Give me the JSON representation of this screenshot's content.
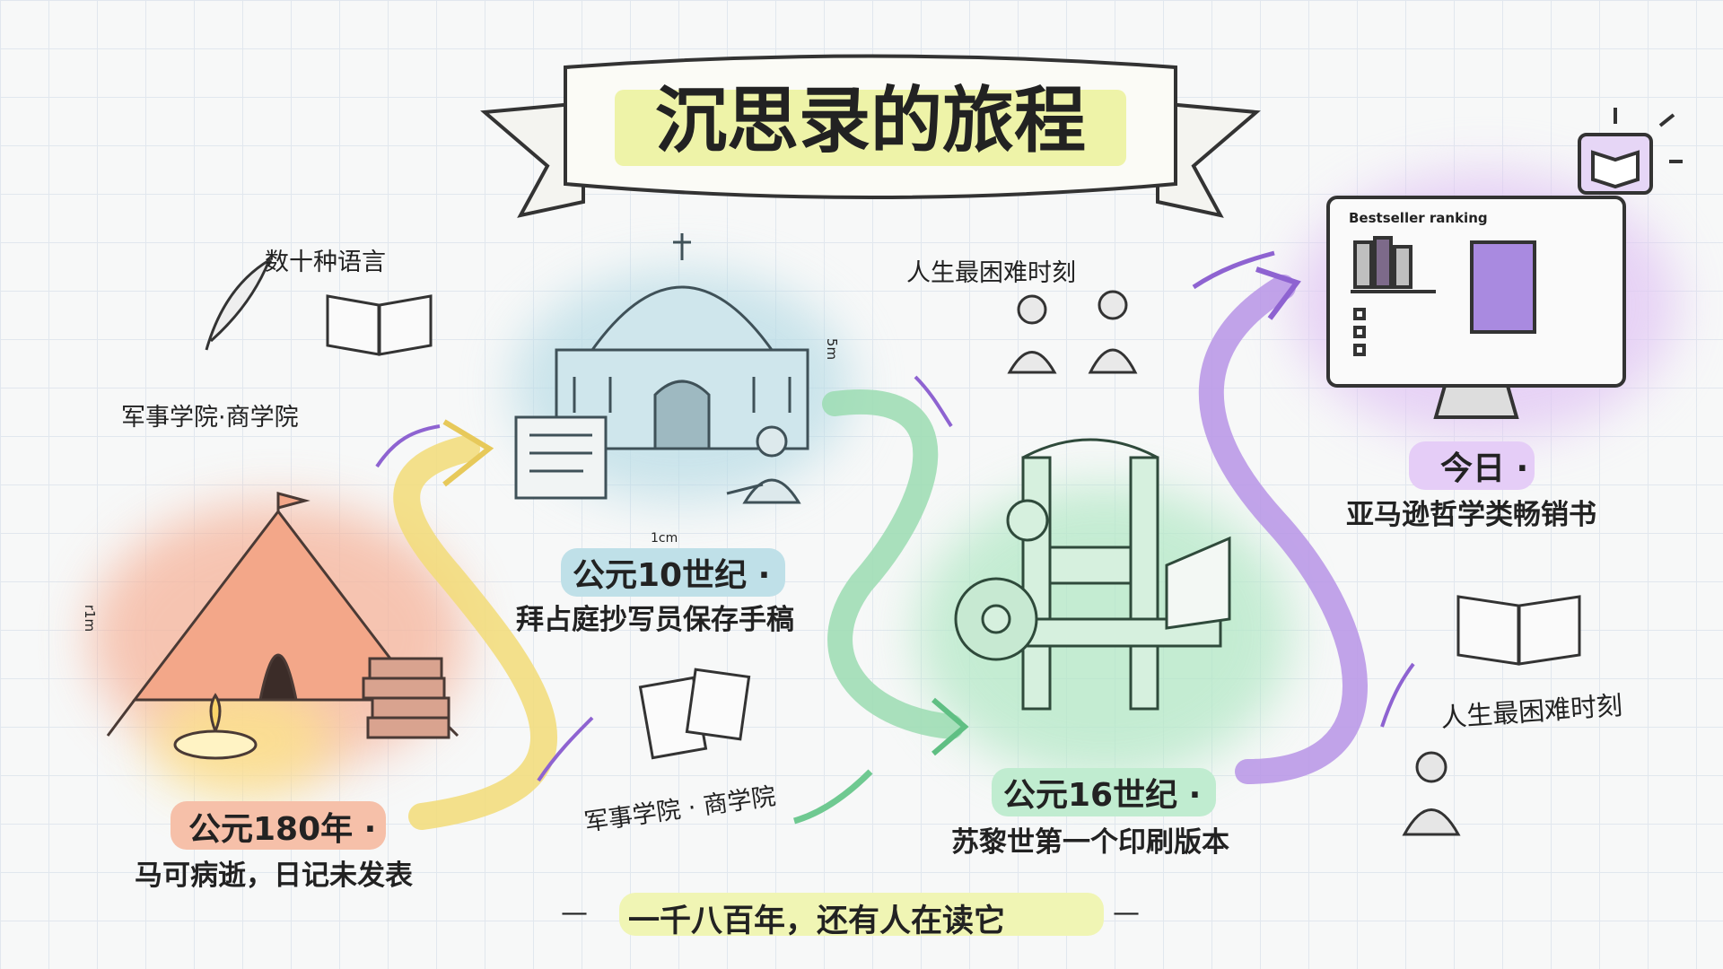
{
  "title": "沉思录的旅程",
  "footer": "一千八百年，还有人在读它",
  "colors": {
    "title_highlight": "#eef3a8",
    "stage1": "#f4a58b",
    "stage2": "#a9d3de",
    "stage3": "#a9e3bd",
    "stage4": "#d6b4f0",
    "arrow_yellow": "#f2dc78",
    "arrow_green": "#9bdcb1",
    "arrow_purple": "#b794e6",
    "ink": "#333333"
  },
  "stages": [
    {
      "era": "公元180年 ·",
      "caption": "马可病逝，日记未发表"
    },
    {
      "era": "公元10世纪 ·",
      "caption": "拜占庭抄写员保存手稿"
    },
    {
      "era": "公元16世纪 ·",
      "caption": "苏黎世第一个印刷版本"
    },
    {
      "era": "今日 ·",
      "caption": "亚马逊哲学类畅销书"
    }
  ],
  "annotations": {
    "languages": "数十种语言",
    "academies_top": "军事学院·商学院",
    "academies_bottom": "军事学院 · 商学院",
    "hardest_moment_top": "人生最困难时刻",
    "hardest_moment_right": "人生最困难时刻",
    "bestseller": "Bestseller ranking",
    "dim_5m": "5m",
    "dim_1cm": "1cm",
    "dim_tent": "r1m"
  },
  "icons": [
    "quill-icon",
    "open-book-icon",
    "tent-icon",
    "oil-lamp-icon",
    "books-stack-icon",
    "byzantine-church-icon",
    "scroll-icon",
    "scribe-icon",
    "printing-press-icon",
    "monitor-icon",
    "reading-person-icon",
    "sparkle-book-icon"
  ]
}
